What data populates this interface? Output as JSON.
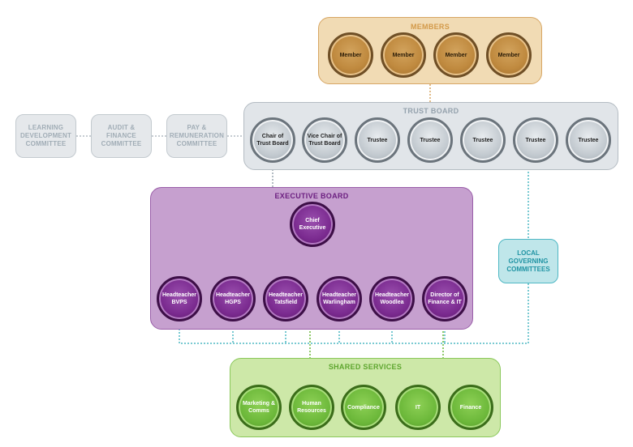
{
  "members": {
    "title": "MEMBERS",
    "items": [
      "Member",
      "Member",
      "Member",
      "Member"
    ]
  },
  "trust_board": {
    "title": "TRUST BOARD",
    "items": [
      "Chair of\nTrust Board",
      "Vice Chair of\nTrust Board",
      "Trustee",
      "Trustee",
      "Trustee",
      "Trustee",
      "Trustee"
    ]
  },
  "committees": {
    "learning": [
      "LEARNING",
      "DEVELOPMENT",
      "COMMITTEE"
    ],
    "audit": [
      "AUDIT &",
      "FINANCE",
      "COMMITTEE"
    ],
    "pay": [
      "PAY &",
      "REMUNERATION",
      "COMMITTEE"
    ]
  },
  "local_governing": [
    "LOCAL",
    "GOVERNING",
    "COMMITTEES"
  ],
  "executive_board": {
    "title": "EXECUTIVE BOARD",
    "chief": "Chief\nExecutive",
    "items": [
      "Headteacher\nBVPS",
      "Headteacher\nHGPS",
      "Headteacher\nTatsfield",
      "Headteacher\nWarlingham",
      "Headteacher\nWoodlea",
      "Director of\nFinance & IT"
    ]
  },
  "shared_services": {
    "title": "SHARED SERVICES",
    "items": [
      "Marketing &\nComms",
      "Human\nResources",
      "Compliance",
      "IT",
      "Finance"
    ]
  },
  "colors": {
    "members": "#c08a3f",
    "trust": "#c2c9cf",
    "executive": "#7a2a8f",
    "shared": "#6cb83a",
    "local": "#4fb8c4"
  }
}
